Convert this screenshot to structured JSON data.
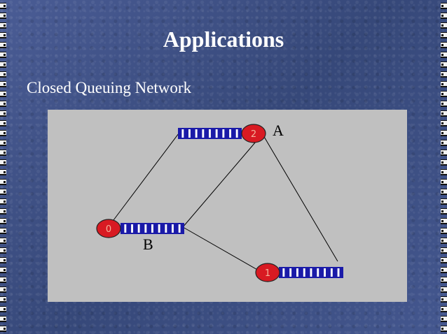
{
  "slide": {
    "title": "Applications",
    "subtitle": "Closed Queuing Network"
  },
  "diagram": {
    "nodes": [
      {
        "id": "0",
        "label": "0"
      },
      {
        "id": "1",
        "label": "1"
      },
      {
        "id": "2",
        "label": "2"
      }
    ],
    "edges": [
      {
        "from": "0",
        "to": "2"
      },
      {
        "from": "B",
        "to": "2"
      },
      {
        "from": "B",
        "to": "1"
      },
      {
        "from": "A",
        "to": "1"
      }
    ],
    "labels": {
      "a": "A",
      "b": "B"
    },
    "colors": {
      "node": "#d81a22",
      "queue": "#1a1aa8",
      "background": "#c0c0c0",
      "slide_background": "#3d4f86"
    }
  }
}
